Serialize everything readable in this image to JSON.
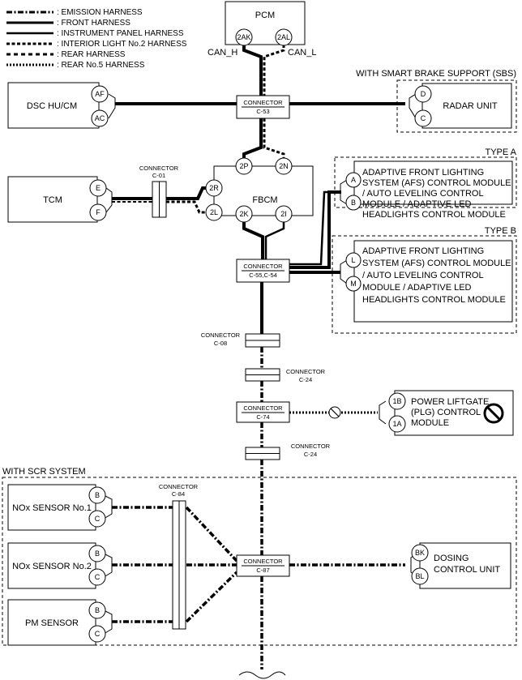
{
  "legend": [
    {
      "label": ": EMISSION HARNESS",
      "style": "emis"
    },
    {
      "label": ": FRONT HARNESS",
      "style": "front"
    },
    {
      "label": ": INSTRUMENT PANEL HARNESS",
      "style": "inst"
    },
    {
      "label": ": INTERIOR LIGHT No.2 HARNESS",
      "style": "inter"
    },
    {
      "label": ": REAR HARNESS",
      "style": "rear"
    },
    {
      "label": ": REAR No.5 HARNESS",
      "style": "rear5"
    }
  ],
  "modules": {
    "pcm": {
      "label": "PCM",
      "pins": [
        "2AK",
        "2AL"
      ]
    },
    "can_h": "CAN_H",
    "can_l": "CAN_L",
    "dsc": {
      "label": "DSC HU/CM",
      "pins": [
        "AF",
        "AC"
      ]
    },
    "sbs_title": "WITH SMART BRAKE SUPPORT (SBS)",
    "radar": {
      "label": "RADAR UNIT",
      "pins": [
        "D",
        "C"
      ]
    },
    "tcm": {
      "label": "TCM",
      "pins": [
        "E",
        "F"
      ]
    },
    "fbcm": {
      "label": "FBCM",
      "pins": [
        "2P",
        "2N",
        "2R",
        "2L",
        "2K",
        "2I"
      ]
    },
    "type_a": {
      "title": "TYPE A",
      "pins": [
        "A",
        "B"
      ],
      "lines": [
        "ADAPTIVE FRONT LIGHTING",
        "SYSTEM (AFS) CONTROL MODULE",
        "/ AUTO LEVELING CONTROL",
        "MODULE / ADAPTIVE LED",
        "HEADLIGHTS CONTROL MODULE"
      ]
    },
    "type_b": {
      "title": "TYPE B",
      "pins": [
        "L",
        "M"
      ],
      "lines": [
        "ADAPTIVE FRONT LIGHTING",
        "SYSTEM (AFS) CONTROL MODULE",
        "/ AUTO LEVELING CONTROL",
        "MODULE / ADAPTIVE LED",
        "HEADLIGHTS CONTROL MODULE"
      ]
    },
    "plg": {
      "pins": [
        "1B",
        "1A"
      ],
      "lines": [
        "POWER LIFTGATE",
        "(PLG) CONTROL",
        "MODULE"
      ]
    },
    "scr_title": "WITH SCR SYSTEM",
    "nox1": {
      "label": "NOx SENSOR No.1",
      "pins": [
        "B",
        "C"
      ]
    },
    "nox2": {
      "label": "NOx SENSOR No.2",
      "pins": [
        "B",
        "C"
      ]
    },
    "pm": {
      "label": "PM SENSOR",
      "pins": [
        "B",
        "C"
      ]
    },
    "dosing": {
      "pins": [
        "BK",
        "BL"
      ],
      "lines": [
        "DOSING",
        "CONTROL UNIT"
      ]
    }
  },
  "connectors": {
    "c53": {
      "word": "CONNECTOR",
      "id": "C-53"
    },
    "c01": {
      "word": "CONNECTOR",
      "id": "C-01"
    },
    "c55": {
      "word": "CONNECTOR",
      "id": "C-55,C-54"
    },
    "c08": {
      "word": "CONNECTOR",
      "id": "C-08"
    },
    "c24a": {
      "word": "CONNECTOR",
      "id": "C-24"
    },
    "c74": {
      "word": "CONNECTOR",
      "id": "C-74"
    },
    "c24b": {
      "word": "CONNECTOR",
      "id": "C-24"
    },
    "c84": {
      "word": "CONNECTOR",
      "id": "C-84"
    },
    "c87": {
      "word": "CONNECTOR",
      "id": "C-87"
    }
  }
}
